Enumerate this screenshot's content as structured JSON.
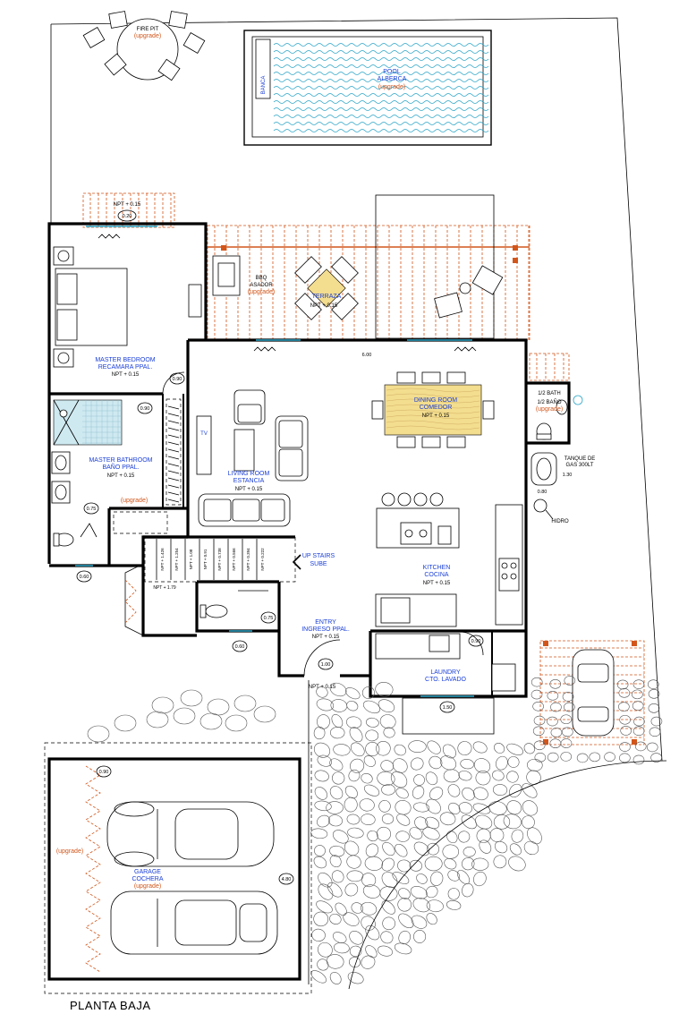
{
  "plan": {
    "title": "PLANTA BAJA",
    "upgrade_label": "(upgrade)",
    "rooms": {
      "fire_pit": "FIRE PIT",
      "pool": [
        "POOL",
        "ALBERCA"
      ],
      "banca": "BANCA",
      "bbq": [
        "BBQ",
        "ASADOR"
      ],
      "terrace": "TERRAZA",
      "master_bedroom": [
        "MASTER BEDROOM",
        "RECAMARA PPAL."
      ],
      "master_bathroom": [
        "MASTER BATHROOM",
        "BAÑO PPAL."
      ],
      "living_room": [
        "LIVING ROOM",
        "ESTANCIA"
      ],
      "dining_room": [
        "DINING ROOM",
        "COMEDOR"
      ],
      "half_bath": [
        "1/2 BATH",
        "1/2 BAÑO"
      ],
      "gas_tank": [
        "TANQUE DE",
        "GAS 300LT"
      ],
      "hidro": "HIDRO",
      "up_stairs": [
        "UP STAIRS",
        "SUBE"
      ],
      "kitchen": [
        "KITCHEN",
        "COCINA"
      ],
      "entry": [
        "ENTRY",
        "INGRESO PPAL."
      ],
      "laundry": [
        "LAUNDRY",
        "CTO. LAVADO"
      ],
      "garage": [
        "GARAGE",
        "COCHERA"
      ],
      "tv": "TV"
    },
    "levels": {
      "terrace_top": "NPT + 0.15",
      "bedroom": "NPT + 0.15",
      "bathroom": "NPT + 0.15",
      "terrace": "NPT + 0.15",
      "living": "NPT + 0.15",
      "dining": "NPT + 0.15",
      "kitchen": "NPT + 0.15",
      "entry": "NPT + 0.15",
      "entry_out": "NPT + 0.15",
      "landing": "NPT + 1.79"
    },
    "stair_steps": [
      "NPT + 1.426",
      "NPT + 1.254",
      "NPT + 1.08",
      "NPT + 0.91",
      "NPT + 0.738",
      "NPT + 0.566",
      "NPT + 0.394",
      "NPT + 0.222"
    ],
    "dimensions": {
      "d020": "0.20",
      "d600": "6.00",
      "d090a": "0.90",
      "d090b": "0.90",
      "d075a": "0.75",
      "d075b": "0.75",
      "d060a": "0.60",
      "d060b": "0.60",
      "d100": "1.00",
      "d090c": "0.90",
      "d150": "1.50",
      "d130": "1.30",
      "d080": "0.80",
      "d090d": "0.90",
      "d480": "4.80"
    }
  },
  "colors": {
    "wall": "#000000",
    "label_blue": "#1a3fd6",
    "upgrade_orange": "#d2561b",
    "water": "#2aa5c8",
    "wood": "#f3dd8e"
  }
}
